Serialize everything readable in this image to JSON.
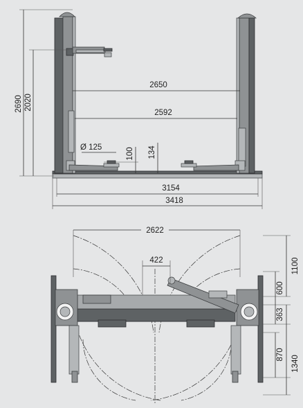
{
  "dimensions": {
    "total_height": "2690",
    "lift_height": "2020",
    "inner_width_top": "2650",
    "inner_width": "2592",
    "pad_diameter": "Ø 125",
    "min_height": "100",
    "pad_height": "134",
    "base_width": "3154",
    "overall_width": "3418",
    "arm_span": "2622",
    "arm_offset": "422",
    "swing_short": "1100",
    "front_arm": "600",
    "column_depth": "363",
    "rear_arm": "870",
    "swing_long": "1340"
  },
  "colors": {
    "background": "#e5e6e7",
    "metal": "#8f9294",
    "dark_metal": "#5e6264",
    "line": "#333333"
  }
}
